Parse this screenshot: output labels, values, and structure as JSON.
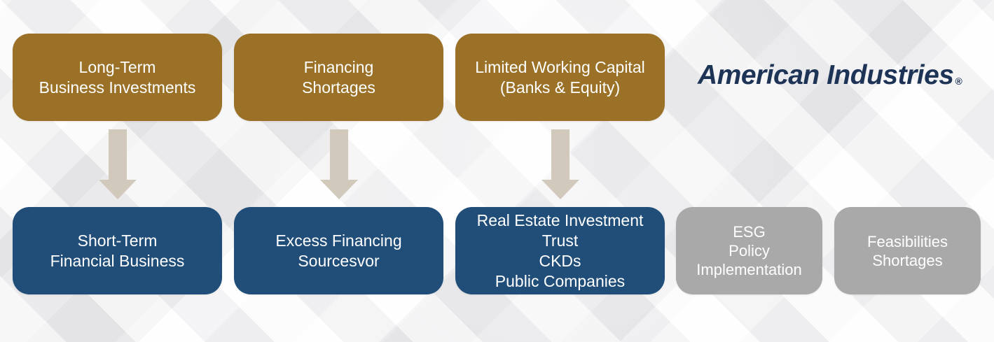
{
  "top_boxes": [
    {
      "line1": "Long-Term",
      "line2": "Business Investments"
    },
    {
      "line1": "Financing",
      "line2": "Shortages"
    },
    {
      "line1": "Limited Working Capital",
      "line2": "(Banks & Equity)"
    }
  ],
  "bottom_boxes": [
    {
      "lines": [
        "Short-Term",
        "Financial Business"
      ]
    },
    {
      "lines": [
        "Excess Financing",
        "Sourcesvor"
      ]
    },
    {
      "lines": [
        "Real Estate Investment",
        "Trust",
        "CKDs",
        "Public Companies"
      ]
    },
    {
      "lines": [
        "ESG",
        "Policy",
        "Implementation"
      ]
    },
    {
      "lines": [
        "Feasibilities",
        "Shortages"
      ]
    }
  ],
  "logo": {
    "text": "American Industries",
    "mark": "®"
  },
  "colors": {
    "gold": "#9a7127",
    "blue": "#204e79",
    "gray": "#a9a9aa",
    "arrow": "#d1cabc",
    "logo": "#1d3457"
  },
  "icons": [
    "down-arrow-icon",
    "down-arrow-icon",
    "down-arrow-icon"
  ]
}
